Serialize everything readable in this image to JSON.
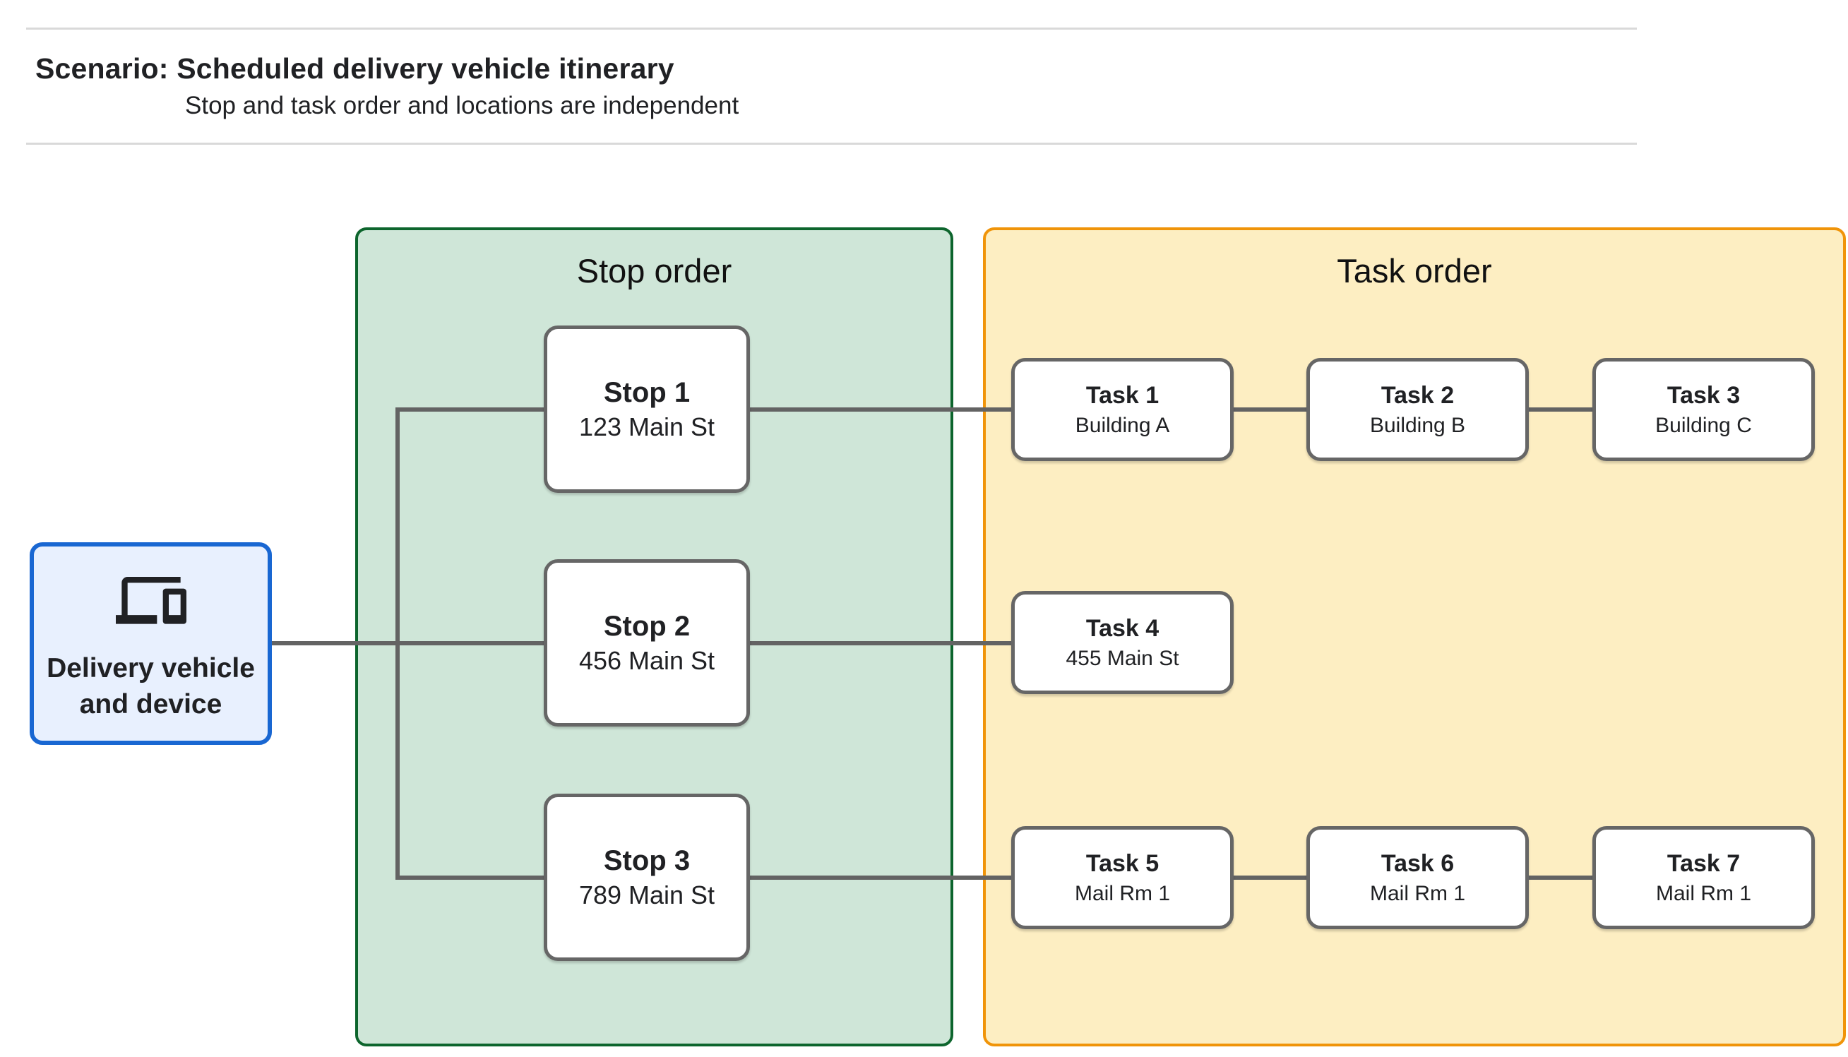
{
  "header": {
    "title": "Scenario: Scheduled delivery vehicle itinerary",
    "subtitle": "Stop and task order and locations are independent"
  },
  "panels": {
    "stop_order": {
      "label": "Stop order"
    },
    "task_order": {
      "label": "Task order"
    }
  },
  "vehicle": {
    "label": "Delivery vehicle and device",
    "icon": "devices-icon"
  },
  "stops": [
    {
      "name": "Stop 1",
      "address": "123 Main St"
    },
    {
      "name": "Stop 2",
      "address": "456 Main St"
    },
    {
      "name": "Stop 3",
      "address": "789 Main St"
    }
  ],
  "tasks": [
    {
      "name": "Task 1",
      "location": "Building A"
    },
    {
      "name": "Task 2",
      "location": "Building B"
    },
    {
      "name": "Task 3",
      "location": "Building C"
    },
    {
      "name": "Task 4",
      "location": "455 Main St"
    },
    {
      "name": "Task 5",
      "location": "Mail Rm 1"
    },
    {
      "name": "Task 6",
      "location": "Mail Rm 1"
    },
    {
      "name": "Task 7",
      "location": "Mail Rm 1"
    }
  ],
  "colors": {
    "stop_panel_fill": "#cfe6d8",
    "stop_panel_border": "#0d652d",
    "task_panel_fill": "#fdeec2",
    "task_panel_border": "#f09409",
    "vehicle_fill": "#e8f0fe",
    "vehicle_border": "#1967d2",
    "connector": "#636363",
    "node_border": "#666666",
    "divider": "#d9d9d9"
  }
}
